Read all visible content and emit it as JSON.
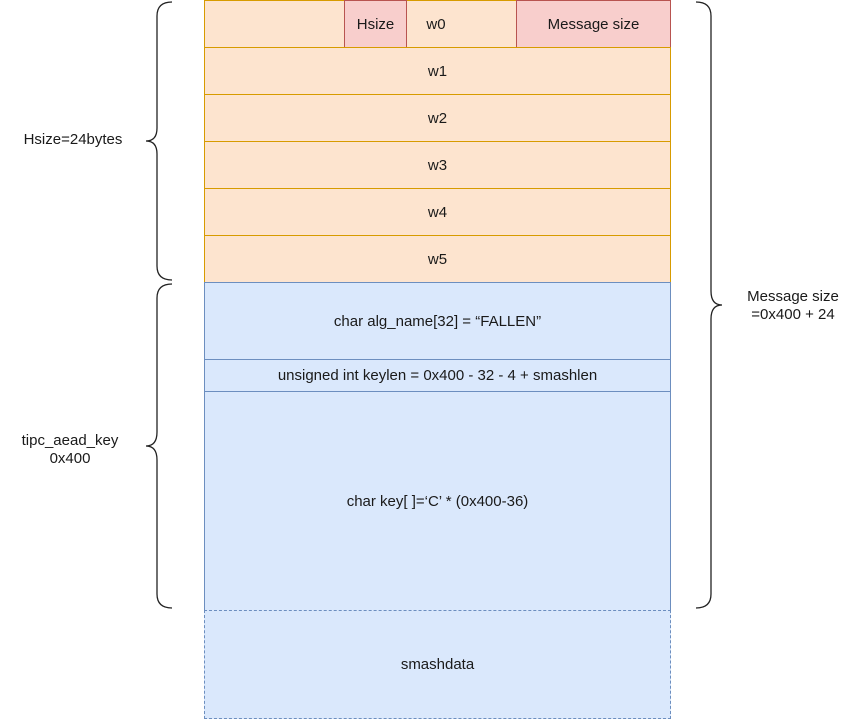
{
  "header_words": {
    "w0": "w0",
    "hsize_field": "Hsize",
    "message_size_field": "Message size",
    "rows": [
      "w1",
      "w2",
      "w3",
      "w4",
      "w5"
    ]
  },
  "key_struct": {
    "alg_name": "char alg_name[32] = “FALLEN”",
    "keylen": "unsigned int keylen = 0x400 - 32 - 4 + smashlen",
    "key": "char key[ ]=‘C’ * (0x400-36)"
  },
  "smashdata": "smashdata",
  "labels": {
    "hsize": "Hsize=24bytes",
    "tipc_line1": "tipc_aead_key",
    "tipc_line2": "0x400",
    "msg_line1": "Message size",
    "msg_line2": "=0x400 + 24"
  },
  "colors": {
    "header_fill": "#fde4cf",
    "header_border": "#d79b00",
    "field_fill": "#f8cecc",
    "field_border": "#b85450",
    "key_fill": "#dae8fc",
    "key_border": "#6c8ebf"
  }
}
